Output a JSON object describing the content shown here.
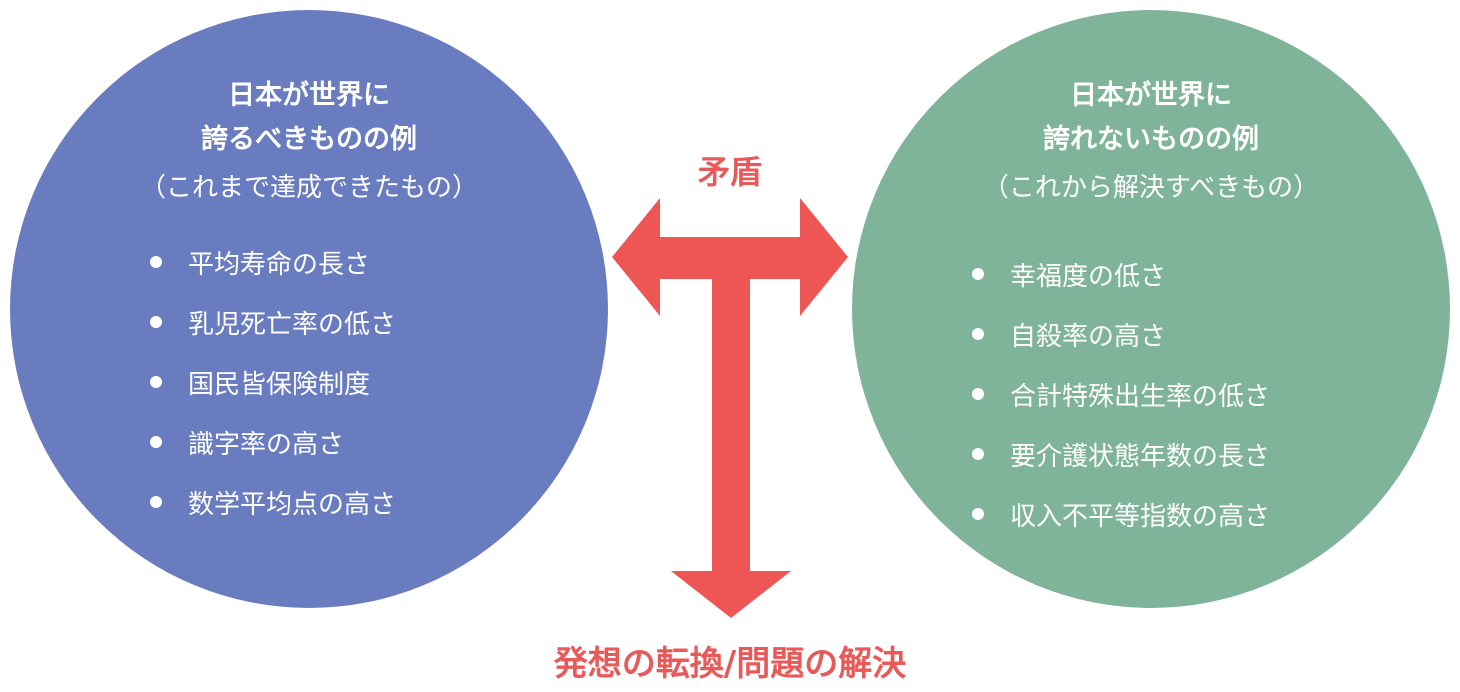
{
  "colors": {
    "left_circle": "#6a7cc0",
    "right_circle": "#7fb49a",
    "arrow": "#ee5555",
    "text_on_circle": "#ffffff",
    "label_text": "#e85a5a"
  },
  "left": {
    "title_line1": "日本が世界に",
    "title_line2": "誇るべきものの例",
    "note": "（これまで達成できたもの）",
    "items": [
      "平均寿命の長さ",
      "乳児死亡率の低さ",
      "国民皆保険制度",
      "識字率の高さ",
      "数学平均点の高さ"
    ]
  },
  "right": {
    "title_line1": "日本が世界に",
    "title_line2": "誇れないものの例",
    "note": "（これから解決すべきもの）",
    "items": [
      "幸福度の低さ",
      "自殺率の高さ",
      "合計特殊出生率の低さ",
      "要介護状態年数の長さ",
      "収入不平等指数の高さ"
    ]
  },
  "center": {
    "contradiction_label": "矛盾",
    "bottom_label": "発想の転換/問題の解決"
  }
}
